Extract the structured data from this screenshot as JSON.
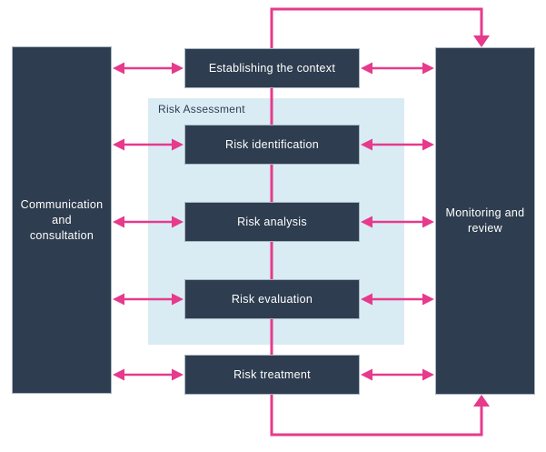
{
  "diagram": {
    "group_label": "Risk Assessment",
    "left_box": {
      "label": "Communication and consultation",
      "lines": [
        "Communication",
        "and",
        "consultation"
      ]
    },
    "right_box": {
      "label": "Monitoring and review",
      "lines": [
        "Monitoring and",
        "review"
      ]
    },
    "steps": [
      {
        "label": "Establishing the context"
      },
      {
        "label": "Risk identification"
      },
      {
        "label": "Risk analysis"
      },
      {
        "label": "Risk evaluation"
      },
      {
        "label": "Risk treatment"
      }
    ],
    "colors": {
      "box_navy": "#2e3d4f",
      "arrow_pink": "#e63a8c",
      "assessment_bg": "#d9ecf4",
      "box_border": "#a9b6c2",
      "text_light": "#ffffff",
      "background": "#ffffff"
    }
  }
}
